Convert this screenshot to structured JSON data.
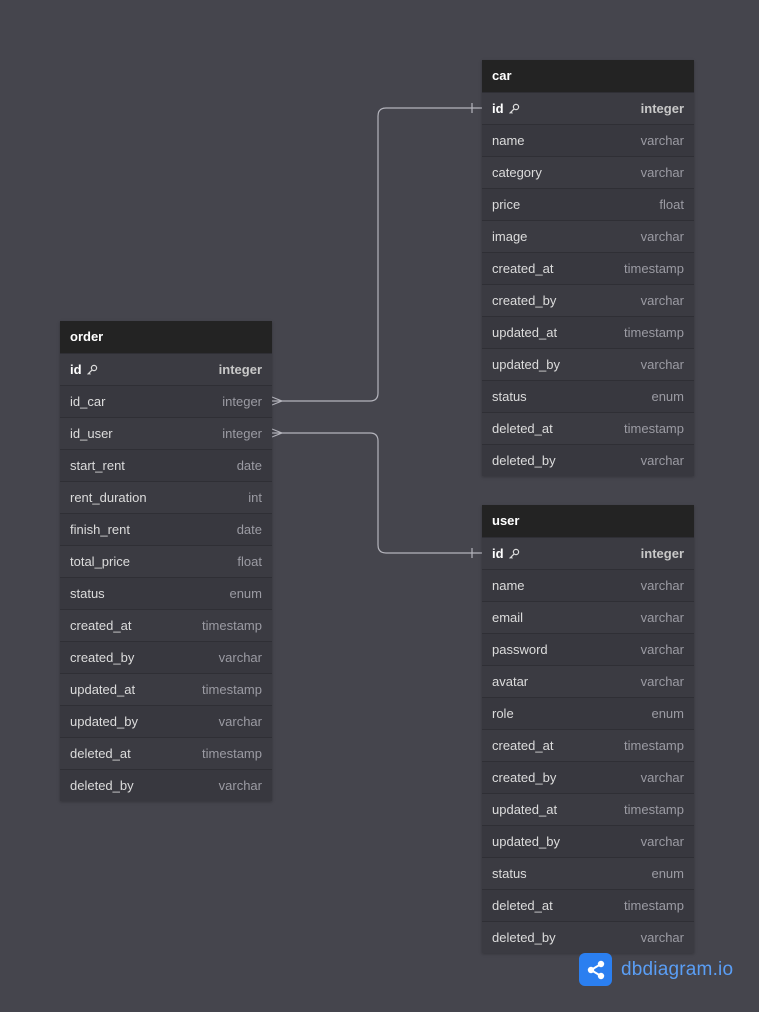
{
  "tables": {
    "car": {
      "name": "car",
      "fields": [
        {
          "name": "id",
          "type": "integer",
          "pk": true
        },
        {
          "name": "name",
          "type": "varchar"
        },
        {
          "name": "category",
          "type": "varchar"
        },
        {
          "name": "price",
          "type": "float"
        },
        {
          "name": "image",
          "type": "varchar"
        },
        {
          "name": "created_at",
          "type": "timestamp"
        },
        {
          "name": "created_by",
          "type": "varchar"
        },
        {
          "name": "updated_at",
          "type": "timestamp"
        },
        {
          "name": "updated_by",
          "type": "varchar"
        },
        {
          "name": "status",
          "type": "enum"
        },
        {
          "name": "deleted_at",
          "type": "timestamp"
        },
        {
          "name": "deleted_by",
          "type": "varchar"
        }
      ]
    },
    "order": {
      "name": "order",
      "fields": [
        {
          "name": "id",
          "type": "integer",
          "pk": true
        },
        {
          "name": "id_car",
          "type": "integer"
        },
        {
          "name": "id_user",
          "type": "integer"
        },
        {
          "name": "start_rent",
          "type": "date"
        },
        {
          "name": "rent_duration",
          "type": "int"
        },
        {
          "name": "finish_rent",
          "type": "date"
        },
        {
          "name": "total_price",
          "type": "float"
        },
        {
          "name": "status",
          "type": "enum"
        },
        {
          "name": "created_at",
          "type": "timestamp"
        },
        {
          "name": "created_by",
          "type": "varchar"
        },
        {
          "name": "updated_at",
          "type": "timestamp"
        },
        {
          "name": "updated_by",
          "type": "varchar"
        },
        {
          "name": "deleted_at",
          "type": "timestamp"
        },
        {
          "name": "deleted_by",
          "type": "varchar"
        }
      ]
    },
    "user": {
      "name": "user",
      "fields": [
        {
          "name": "id",
          "type": "integer",
          "pk": true
        },
        {
          "name": "name",
          "type": "varchar"
        },
        {
          "name": "email",
          "type": "varchar"
        },
        {
          "name": "password",
          "type": "varchar"
        },
        {
          "name": "avatar",
          "type": "varchar"
        },
        {
          "name": "role",
          "type": "enum"
        },
        {
          "name": "created_at",
          "type": "timestamp"
        },
        {
          "name": "created_by",
          "type": "varchar"
        },
        {
          "name": "updated_at",
          "type": "timestamp"
        },
        {
          "name": "updated_by",
          "type": "varchar"
        },
        {
          "name": "status",
          "type": "enum"
        },
        {
          "name": "deleted_at",
          "type": "timestamp"
        },
        {
          "name": "deleted_by",
          "type": "varchar"
        }
      ]
    }
  },
  "relationships": [
    {
      "from": "order.id_car",
      "from_cardinality": "many",
      "to": "car.id",
      "to_cardinality": "one"
    },
    {
      "from": "order.id_user",
      "from_cardinality": "many",
      "to": "user.id",
      "to_cardinality": "one"
    }
  ],
  "icons": {
    "primary_key": "key-icon",
    "brand": "share-nodes-icon"
  },
  "colors": {
    "canvas": "#45454d",
    "table_header": "#232323",
    "table_body": "#38383f",
    "connector": "#b4b4bc",
    "brand": "#5a9ef5",
    "brand_logo": "#2b7ff0"
  },
  "brand": {
    "label": "dbdiagram.io"
  }
}
